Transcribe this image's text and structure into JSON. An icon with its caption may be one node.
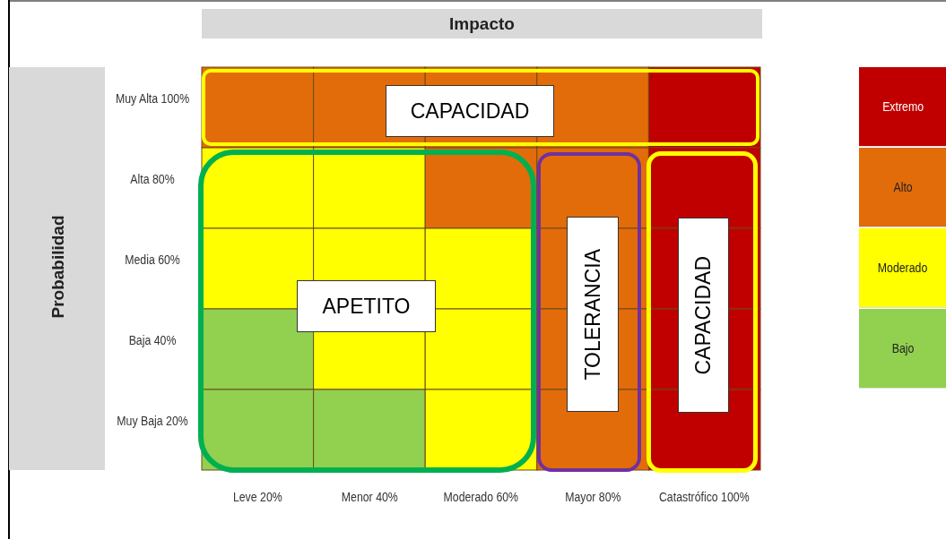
{
  "diagram": {
    "nodes": [
      {
        "text": [
          "CAPACIDAD"
        ]
      },
      {
        "text": [
          "APETITO"
        ]
      },
      {
        "text": [
          "TOLERANCIA"
        ]
      },
      {
        "text": [
          "CAPACIDAD"
        ]
      }
    ],
    "labels": [
      "Impacto",
      "Probabilidad",
      "Muy Alta 100%",
      "Alta 80%",
      "Media 60%",
      "Baja 40%",
      "Muy Baja 20%",
      "Leve 20%",
      "Menor 40%",
      "Moderado 60%",
      "Mayor 80%",
      "Catastrófico 100%"
    ],
    "legend": [
      {
        "text": "Extremo",
        "color": "#c00000"
      },
      {
        "text": "Alto",
        "color": "#e36c0a"
      },
      {
        "text": "Moderado",
        "color": "#ffff00"
      },
      {
        "text": "Bajo",
        "color": "#92d050"
      }
    ]
  }
}
